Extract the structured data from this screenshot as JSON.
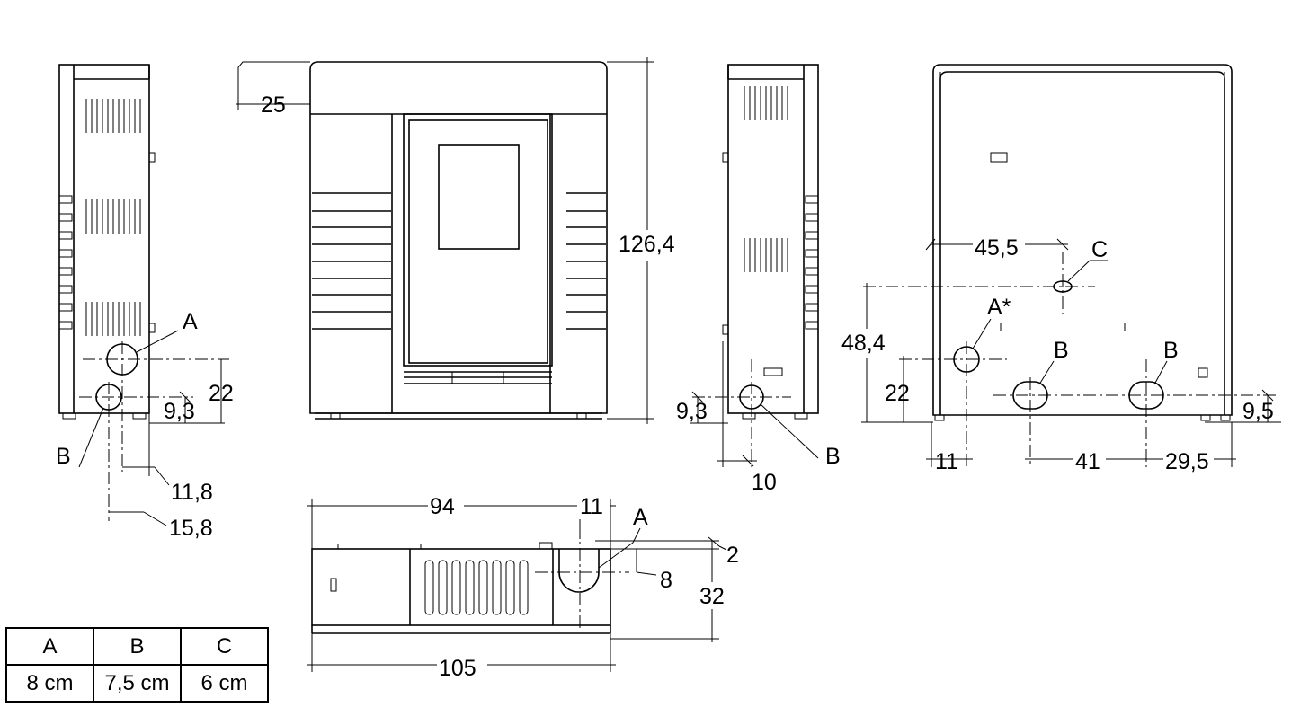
{
  "dimensions": {
    "side_left": {
      "d22": "22",
      "d9_3": "9,3",
      "d11_8": "11,8",
      "d15_8": "15,8",
      "label_a": "A",
      "label_b": "B"
    },
    "front": {
      "d25": "25",
      "d126_4": "126,4"
    },
    "side_right": {
      "d9_3": "9,3",
      "d10": "10",
      "label_b": "B"
    },
    "rear": {
      "d45_5": "45,5",
      "d48_4": "48,4",
      "d22": "22",
      "d11": "11",
      "d41": "41",
      "d29_5": "29,5",
      "d9_5": "9,5",
      "label_c": "C",
      "label_a_star": "A*",
      "label_b1": "B",
      "label_b2": "B"
    },
    "top": {
      "d94": "94",
      "d11": "11",
      "d2": "2",
      "d8": "8",
      "d32": "32",
      "d105": "105",
      "label_a": "A"
    }
  },
  "legend": {
    "headers": [
      "A",
      "B",
      "C"
    ],
    "values": [
      "8 cm",
      "7,5 cm",
      "6 cm"
    ]
  }
}
